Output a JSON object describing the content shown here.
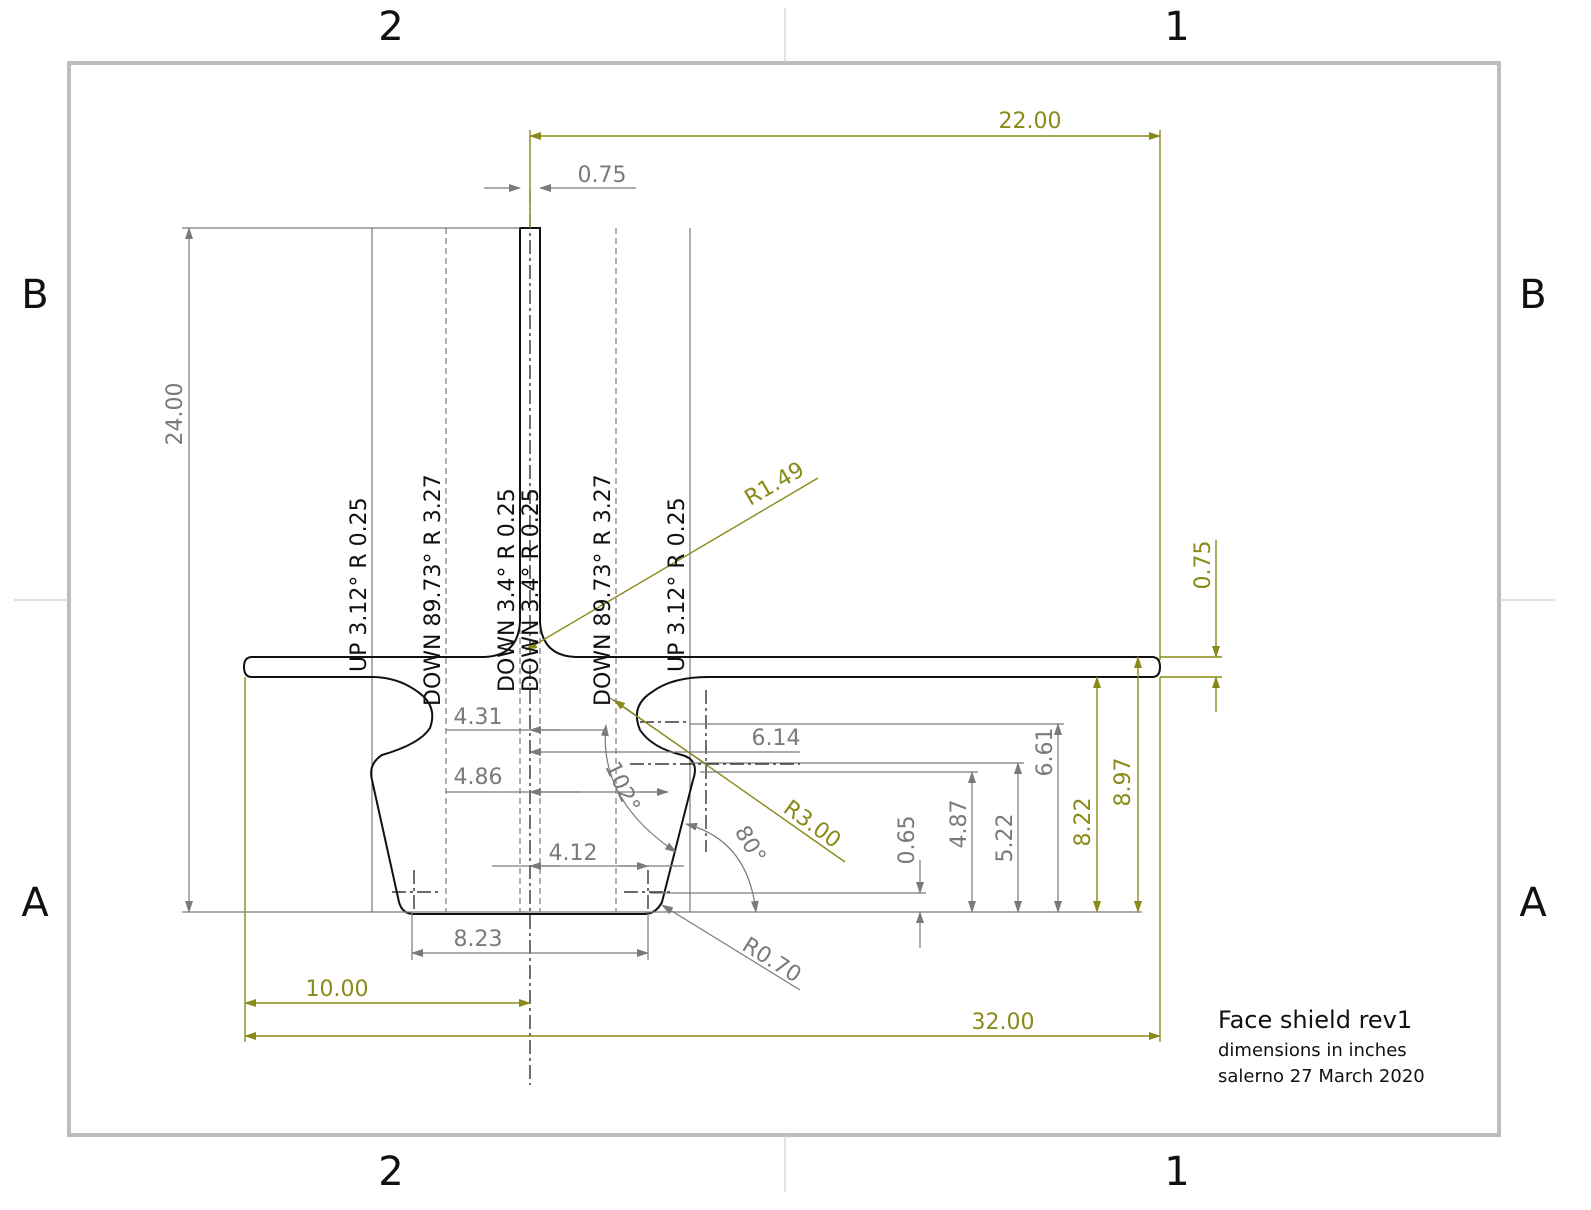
{
  "zones": {
    "top_left": "2",
    "top_right": "1",
    "bottom_left": "2",
    "bottom_right": "1",
    "left_upper": "B",
    "left_lower": "A",
    "right_upper": "B",
    "right_lower": "A"
  },
  "dimensions": {
    "d22_00": "22.00",
    "d0_75_top": "0.75",
    "d24_00": "24.00",
    "d0_75_right": "0.75",
    "r1_49": "R1.49",
    "d4_31": "4.31",
    "d6_14": "6.14",
    "d4_86": "4.86",
    "a102": "102°",
    "r3_00": "R3.00",
    "a80": "80°",
    "d4_12": "4.12",
    "d0_65": "0.65",
    "d4_87": "4.87",
    "d5_22": "5.22",
    "d6_61": "6.61",
    "d8_22": "8.22",
    "d8_97": "8.97",
    "d8_23": "8.23",
    "r0_70": "R0.70",
    "d10_00": "10.00",
    "d32_00": "32.00"
  },
  "bend_notes": {
    "up_left": "UP  3.12°  R 0.25",
    "down_left": "DOWN  89.73°  R 3.27",
    "down_center_a": "DOWN  3.4°  R 0.25",
    "down_center_b": "DOWN  3.4°  R 0.25",
    "down_right": "DOWN  89.73°  R 3.27",
    "up_right": "UP  3.12°  R 0.25"
  },
  "title_block": {
    "title": "Face shield rev1",
    "units": "dimensions in inches",
    "author_date": "salerno 27 March 2020"
  },
  "colors": {
    "dimension_gray": "#7a7a7a",
    "dimension_olive": "#8a8a1a",
    "part_outline": "#111111"
  }
}
